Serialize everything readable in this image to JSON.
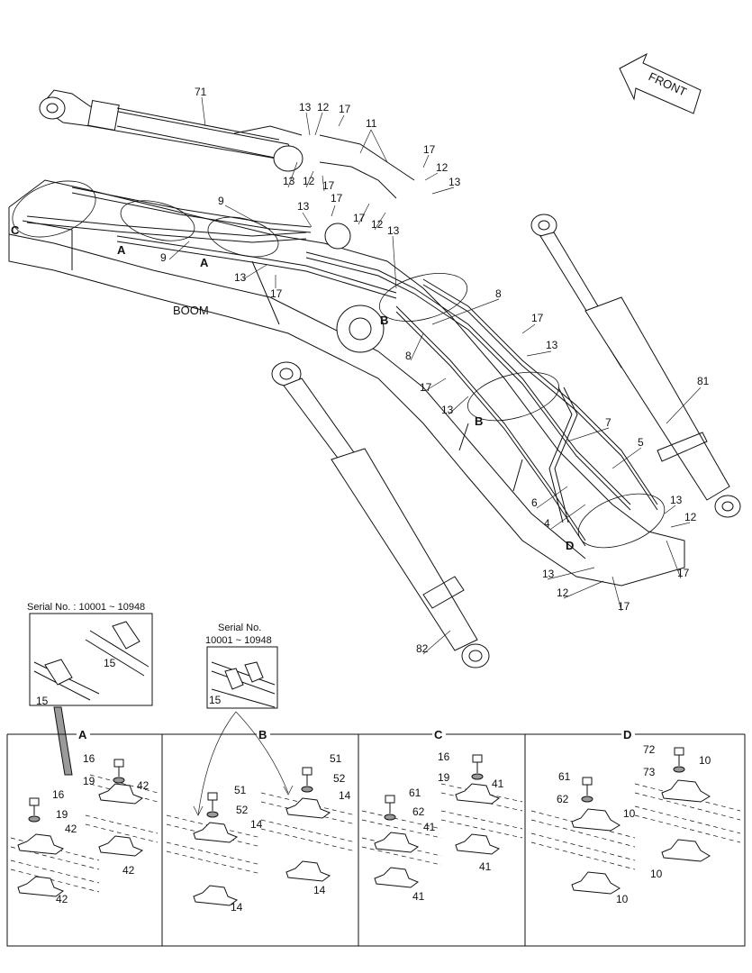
{
  "front_label": "FRONT",
  "boom_label": "BOOM",
  "inset_left": {
    "title": "Serial No. : 10001 ~ 10948",
    "parts": [
      "15",
      "15"
    ]
  },
  "inset_mid": {
    "title_line1": "Serial No.",
    "title_line2": "10001 ~ 10948",
    "parts": [
      "15"
    ]
  },
  "sections": [
    "A",
    "B",
    "C",
    "D"
  ],
  "main_callouts": [
    "71",
    "13",
    "12",
    "17",
    "11",
    "17",
    "12",
    "13",
    "9",
    "13",
    "17",
    "17",
    "12",
    "13",
    "13",
    "12",
    "17",
    "C",
    "A",
    "9",
    "A",
    "13",
    "17",
    "8",
    "17",
    "13",
    "B",
    "8",
    "17",
    "13",
    "B",
    "7",
    "5",
    "81",
    "6",
    "4",
    "D",
    "13",
    "12",
    "17",
    "13",
    "12",
    "17",
    "82"
  ],
  "sectA": [
    "16",
    "19",
    "42",
    "16",
    "19",
    "42",
    "42",
    "42"
  ],
  "sectB": [
    "51",
    "52",
    "14",
    "51",
    "52",
    "14",
    "14",
    "14"
  ],
  "sectC": [
    "16",
    "19",
    "41",
    "61",
    "62",
    "41",
    "41",
    "41"
  ],
  "sectD": [
    "72",
    "73",
    "10",
    "61",
    "62",
    "10",
    "10",
    "10"
  ]
}
